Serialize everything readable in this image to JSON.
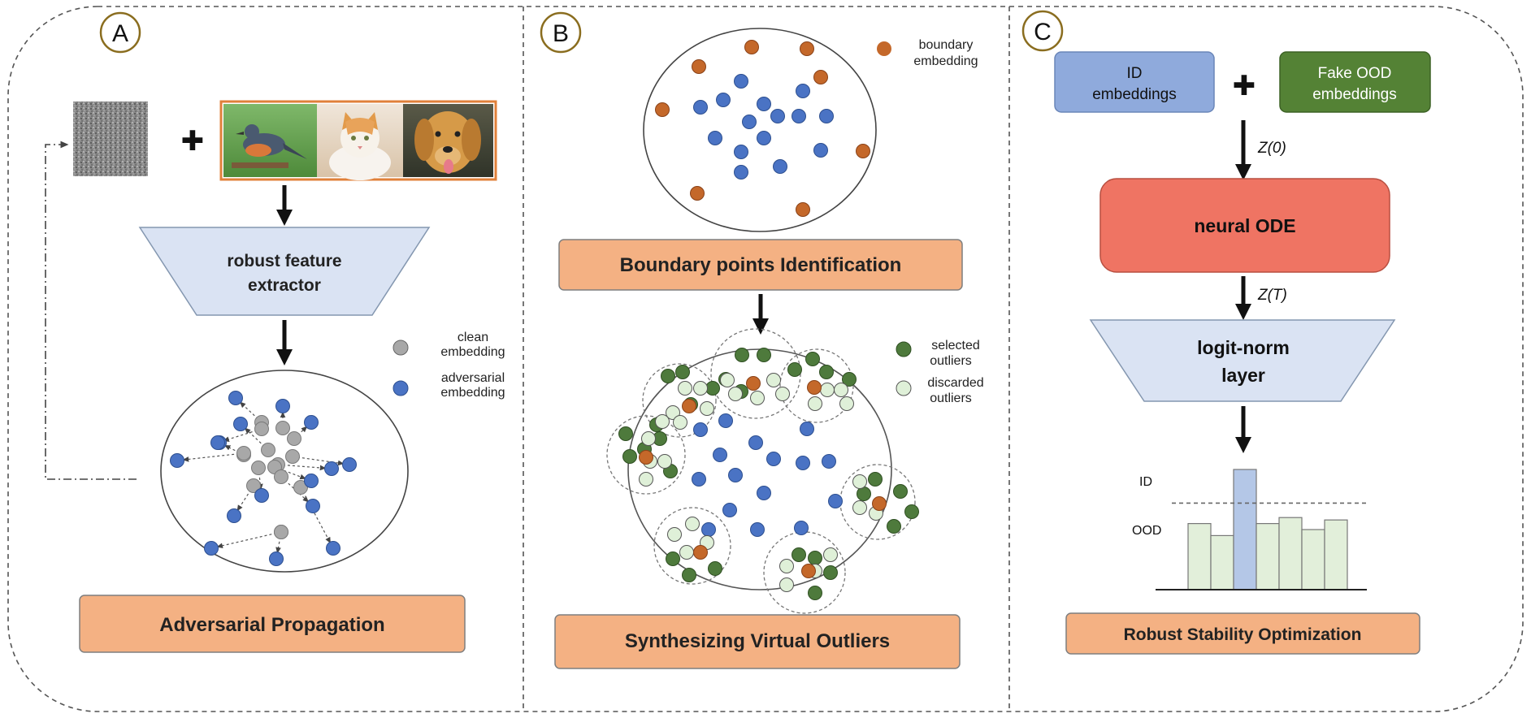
{
  "panels": {
    "a": {
      "letter": "A",
      "extractor_line1": "robust feature",
      "extractor_line2": "extractor",
      "legend_clean_line1": "clean",
      "legend_clean_line2": "embedding",
      "legend_adv_line1": "adversarial",
      "legend_adv_line2": "embedding",
      "caption": "Adversarial Propagation"
    },
    "b": {
      "letter": "B",
      "legend_boundary_line1": "boundary",
      "legend_boundary_line2": "embedding",
      "step1_label": "Boundary points Identification",
      "legend_selected_line1": "selected",
      "legend_selected_line2": "outliers",
      "legend_discarded_line1": "discarded",
      "legend_discarded_line2": "outliers",
      "caption": "Synthesizing Virtual Outliers"
    },
    "c": {
      "letter": "C",
      "id_box_line1": "ID",
      "id_box_line2": "embeddings",
      "ood_box_line1": "Fake OOD",
      "ood_box_line2": "embeddings",
      "z0_label": "Z(0)",
      "ode_label": "neural ODE",
      "zt_label": "Z(T)",
      "logit_line1": "logit-norm",
      "logit_line2": "layer",
      "id_label": "ID",
      "ood_label": "OOD",
      "caption": "Robust Stability Optimization"
    }
  },
  "plus_symbol": "✚",
  "histogram_values": [
    0.55,
    0.45,
    1.0,
    0.55,
    0.6,
    0.5,
    0.58
  ],
  "histogram_highlight_index": 2,
  "histogram_threshold": 0.72,
  "colors": {
    "clean_embedding": "#a8a8a8",
    "adversarial_embedding": "#4a73c4",
    "boundary_embedding": "#c4682a",
    "selected_outlier": "#4e7a3c",
    "discarded_outlier": "#dff0d8",
    "caption_fill": "#f4b183",
    "extractor_fill": "#dae3f3",
    "id_box_fill": "#8faadc",
    "ood_box_fill": "#548235",
    "ode_fill": "#ef7463",
    "hist_bar_fill": "#e2efda",
    "hist_highlight_fill": "#b4c7e7"
  }
}
